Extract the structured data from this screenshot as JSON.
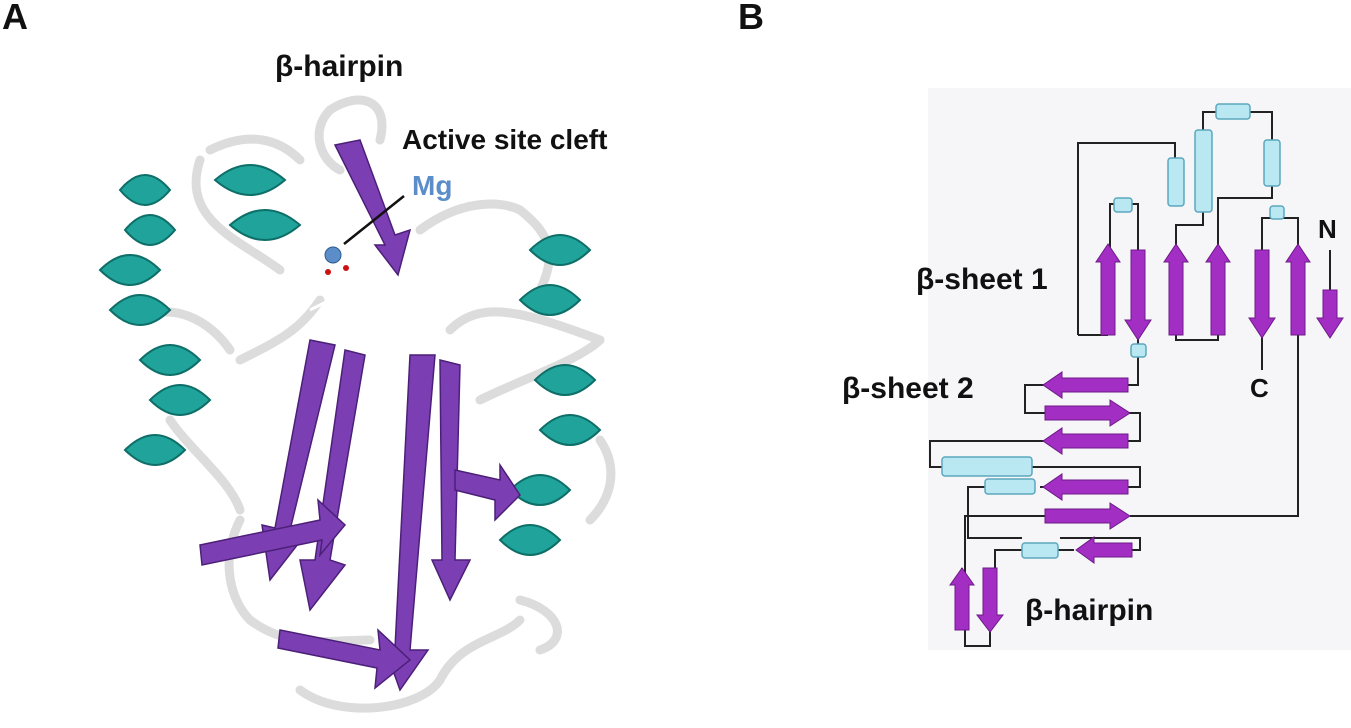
{
  "panels": {
    "a": "A",
    "b": "B"
  },
  "structure_labels": {
    "hairpin": "β-hairpin",
    "active_site": "Active site cleft",
    "metal": "Mg"
  },
  "topology_labels": {
    "sheet1": "β-sheet 1",
    "sheet2": "β-sheet 2",
    "hairpin": "β-hairpin",
    "n_term": "N",
    "c_term": "C"
  },
  "colors": {
    "helix": "#1fa39a",
    "strand": "#7b3fb3",
    "coil": "#e6e6e6",
    "topo_strand": "#a22ec4",
    "topo_helix": "#b9e8f3",
    "mg": "#5b8ec9"
  }
}
